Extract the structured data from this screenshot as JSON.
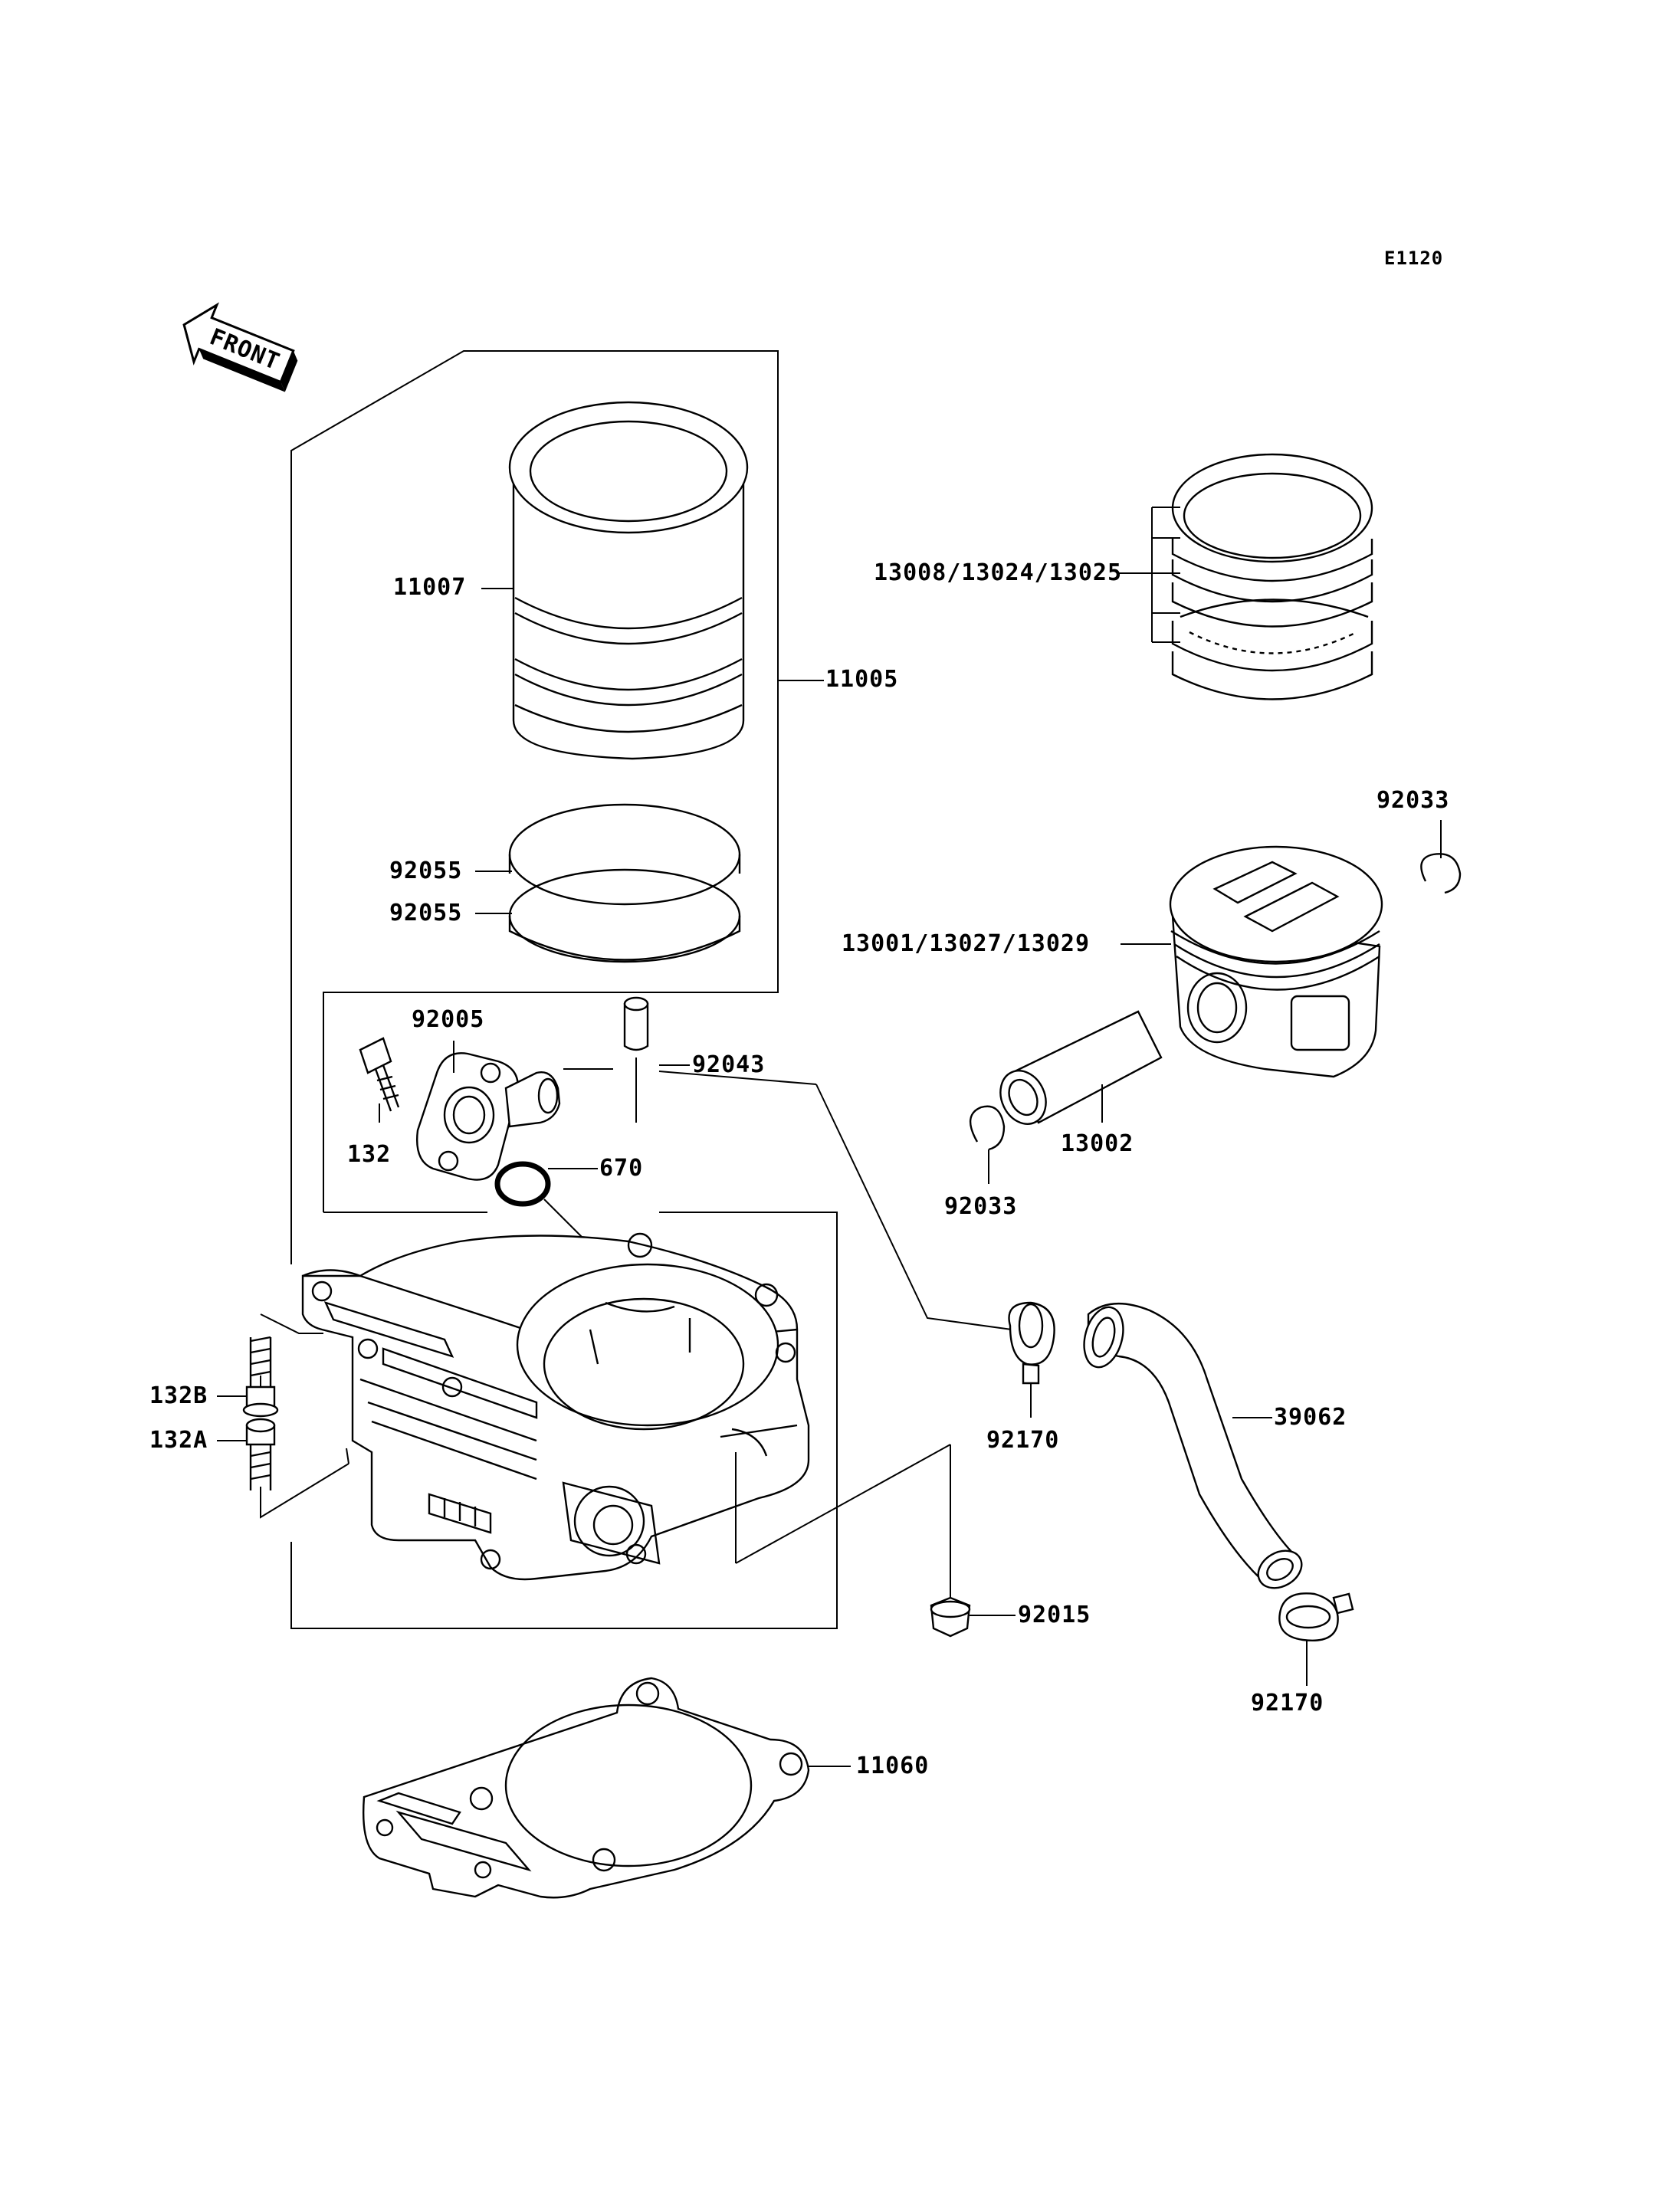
{
  "diagram_code": "E1120",
  "front_label": "FRONT",
  "labels": {
    "p11007": "11007",
    "p11005": "11005",
    "p92055a": "92055",
    "p92055b": "92055",
    "p92005": "92005",
    "p92043": "92043",
    "p132": "132",
    "p670": "670",
    "p132B": "132B",
    "p132A": "132A",
    "p13008": "13008/13024/13025",
    "p92033a": "92033",
    "p13001": "13001/13027/13029",
    "p13002": "13002",
    "p92033b": "92033",
    "p92170a": "92170",
    "p39062": "39062",
    "p92015": "92015",
    "p92170b": "92170",
    "p11060": "11060"
  }
}
